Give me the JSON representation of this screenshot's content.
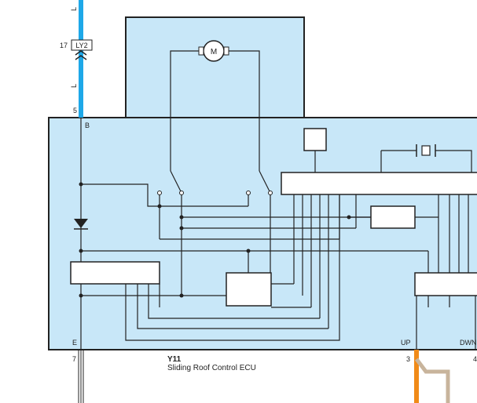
{
  "component": {
    "code": "Y11",
    "name": "Sliding Roof Control ECU"
  },
  "connector": {
    "label": "LY2",
    "pin": "17"
  },
  "motor_label": "M",
  "terminals": {
    "b": {
      "name": "B",
      "pin": "5"
    },
    "e": {
      "name": "E",
      "pin": "7"
    },
    "up": {
      "name": "UP",
      "pin": "3"
    },
    "dwn": {
      "name": "DWN",
      "pin": "4"
    }
  },
  "wire_marks": [
    "L",
    "L"
  ],
  "colors": {
    "ecu_fill": "#c8e7f8",
    "line": "#222222",
    "wire_blue": "#1ea8e8",
    "wire_orange": "#f08a18",
    "wire_tan": "#c8b49c"
  }
}
